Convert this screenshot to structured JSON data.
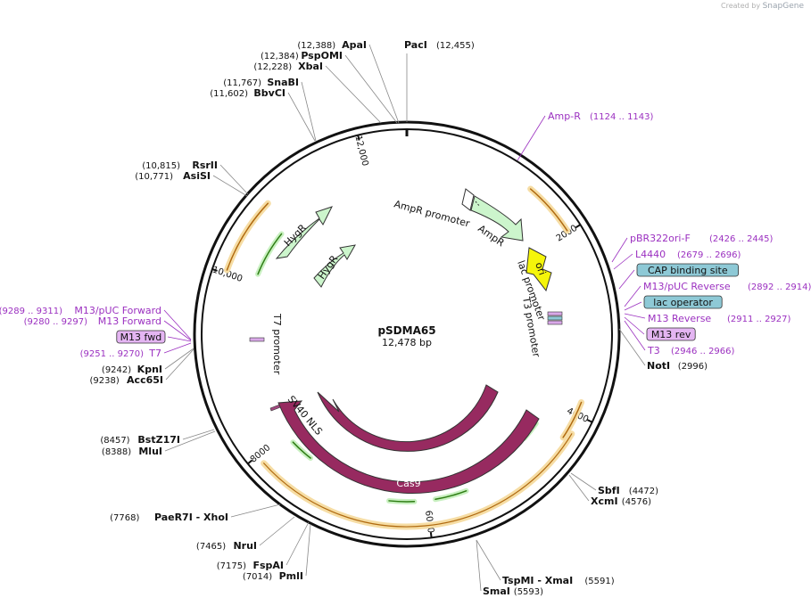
{
  "credit": {
    "prefix": "Created by",
    "brand": "SnapGene"
  },
  "plasmid": {
    "name": "pSDMA65",
    "size_label": "12,478 bp",
    "length": 12478
  },
  "ruler": [
    {
      "bp": 0,
      "label": ""
    },
    {
      "bp": 2000,
      "label": "2000"
    },
    {
      "bp": 4000,
      "label": "4000"
    },
    {
      "bp": 6000,
      "label": "6000"
    },
    {
      "bp": 8000,
      "label": "8000"
    },
    {
      "bp": 10000,
      "label": "10,000"
    },
    {
      "bp": 12000,
      "label": "12,000"
    }
  ],
  "sites": [
    {
      "name": "PacI",
      "pos": "(12,455)",
      "side": "right"
    },
    {
      "name": "ApaI",
      "pos": "(12,388)",
      "side": "left"
    },
    {
      "name": "PspOMI",
      "pos": "(12,384)",
      "side": "left"
    },
    {
      "name": "XbaI",
      "pos": "(12,228)",
      "side": "left"
    },
    {
      "name": "SnaBI",
      "pos": "(11,767)",
      "side": "left"
    },
    {
      "name": "BbvCI",
      "pos": "(11,602)",
      "side": "left"
    },
    {
      "name": "RsrII",
      "pos": "(10,815)",
      "side": "left"
    },
    {
      "name": "AsiSI",
      "pos": "(10,771)",
      "side": "left"
    },
    {
      "name": "KpnI",
      "pos": "(9242)",
      "side": "left"
    },
    {
      "name": "Acc65I",
      "pos": "(9238)",
      "side": "left"
    },
    {
      "name": "BstZ17I",
      "pos": "(8457)",
      "side": "left"
    },
    {
      "name": "MluI",
      "pos": "(8388)",
      "side": "left"
    },
    {
      "name": "PaeR7I - XhoI",
      "pos": "(7768)",
      "side": "left"
    },
    {
      "name": "NruI",
      "pos": "(7465)",
      "side": "left"
    },
    {
      "name": "FspAI",
      "pos": "(7175)",
      "side": "left"
    },
    {
      "name": "PmlI",
      "pos": "(7014)",
      "side": "left"
    },
    {
      "name": "TspMI - XmaI",
      "pos": "(5591)",
      "side": "right"
    },
    {
      "name": "SmaI",
      "pos": "(5593)",
      "side": "right"
    },
    {
      "name": "SbfI",
      "pos": "(4472)",
      "side": "right"
    },
    {
      "name": "XcmI",
      "pos": "(4576)",
      "side": "right"
    },
    {
      "name": "NotI",
      "pos": "(2996)",
      "side": "right"
    }
  ],
  "primers": [
    {
      "name": "Amp-R",
      "pos": "(1124 .. 1143)",
      "boxed": false
    },
    {
      "name": "pBR322ori-F",
      "pos": "(2426 .. 2445)",
      "boxed": false
    },
    {
      "name": "L4440",
      "pos": "(2679 .. 2696)",
      "boxed": false
    },
    {
      "name": "CAP binding site",
      "pos": "",
      "boxed": true,
      "color": "#8ec9d6"
    },
    {
      "name": "M13/pUC Reverse",
      "pos": "(2892 .. 2914)",
      "boxed": false
    },
    {
      "name": "lac operator",
      "pos": "",
      "boxed": true,
      "color": "#8ec9d6"
    },
    {
      "name": "M13 Reverse",
      "pos": "(2911 .. 2927)",
      "boxed": false
    },
    {
      "name": "M13 rev",
      "pos": "",
      "boxed": true,
      "color": "#e4b5f2"
    },
    {
      "name": "T3",
      "pos": "(2946 .. 2966)",
      "boxed": false
    },
    {
      "name": "M13/pUC Forward",
      "pos": "(9289 .. 9311)",
      "boxed": false
    },
    {
      "name": "M13 Forward",
      "pos": "(9280 .. 9297)",
      "boxed": false
    },
    {
      "name": "M13 fwd",
      "pos": "",
      "boxed": true,
      "color": "#e4b5f2"
    },
    {
      "name": "T7",
      "pos": "(9251 .. 9270)",
      "boxed": false
    }
  ],
  "features": [
    {
      "name": "AmpR promoter",
      "color": "#ffffff"
    },
    {
      "name": "AmpR",
      "color": "#ccf5cc"
    },
    {
      "name": "ori",
      "color": "#f5f50a"
    },
    {
      "name": "lac promoter",
      "color": "#ffffff"
    },
    {
      "name": "T3 promoter",
      "color": "#ffffff"
    },
    {
      "name": "T7 promoter",
      "color": "#ffffff"
    },
    {
      "name": "HygR",
      "color": "#ccf5cc"
    },
    {
      "name": "HygR",
      "color": "#ccf5cc"
    },
    {
      "name": "SV40 NLS",
      "color": "#a24a80"
    },
    {
      "name": "Cas9",
      "color": "#972a60"
    },
    {
      "name": "Cas9",
      "color": "#972a60"
    }
  ],
  "colors": {
    "backbone": "#111111",
    "primer": "#9b30c0",
    "orange": "#d08a2a",
    "green": "#3e8f1f",
    "cas9": "#972a60"
  }
}
